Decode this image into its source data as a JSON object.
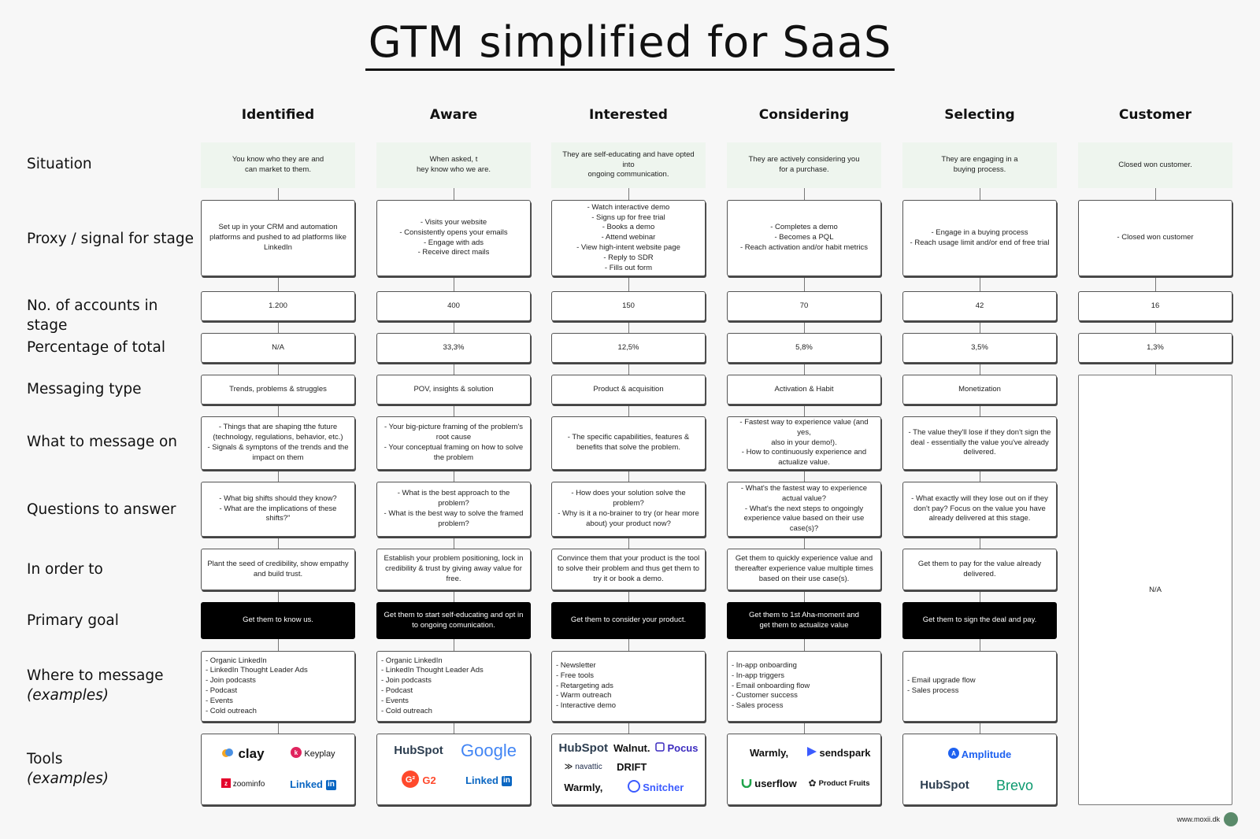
{
  "title": "GTM simplified for SaaS",
  "stages": [
    "Identified",
    "Aware",
    "Interested",
    "Considering",
    "Selecting",
    "Customer"
  ],
  "row_labels": {
    "situation": "Situation",
    "proxy": "Proxy / signal for stage",
    "accounts": "No. of accounts in stage",
    "percentage": "Percentage of total",
    "messaging_type": "Messaging type",
    "what_to_message": "What to message on",
    "questions": "Questions to answer",
    "in_order_to": "In order to",
    "primary_goal": "Primary goal",
    "where_main": "Where to message",
    "where_sub": "(examples)",
    "tools_main": "Tools",
    "tools_sub": "(examples)"
  },
  "situation": [
    "You know who they are and\ncan market to them.",
    "When asked, t\nhey know who we are.",
    "They are self-educating and have opted into\nongoing communication.",
    "They are actively considering you\nfor a purchase.",
    "They are engaging in a\nbuying process.",
    "Closed won customer."
  ],
  "proxy": [
    "Set up in your CRM and automation\nplatforms and pushed to ad platforms like\nLinkedIn",
    "- Visits your website\n- Consistently opens your emails\n- Engage with ads\n- Receive direct mails",
    "- Watch interactive demo\n- Signs up for free trial\n- Books a demo\n- Attend webinar\n- View high-intent website page\n- Reply to SDR\n- Fills out form",
    "- Completes a demo\n- Becomes a PQL\n- Reach activation and/or habit metrics",
    "- Engage in a buying process\n- Reach usage limit and/or end of free trial",
    "- Closed won customer"
  ],
  "accounts": [
    "1.200",
    "400",
    "150",
    "70",
    "42",
    "16"
  ],
  "percentage": [
    "N/A",
    "33,3%",
    "12,5%",
    "5,8%",
    "3,5%",
    "1,3%"
  ],
  "messaging_type": [
    "Trends, problems & struggles",
    "POV, insights & solution",
    "Product & acquisition",
    "Activation & Habit",
    "Monetization"
  ],
  "what_to_message": [
    "- Things that are shaping tthe future\n(technology, regulations, behavior, etc.)\n- Signals & symptons of the trends and the\nimpact on them",
    "- Your big-picture framing of the problem's\nroot cause\n- Your conceptual framing on how to solve\nthe problem",
    "- The specific capabilities, features &\nbenefits that solve the problem.",
    "- Fastest way to experience value (and yes,\nalso in your demo!).\n- How to continuously experience and\nactualize value.",
    "- The value they'll lose if they don't sign the\ndeal - essentially the value you've already\ndelivered."
  ],
  "questions": [
    "- What big shifts should they know?\n- What are the implications of these shifts?\"",
    "- What is the best approach to the\nproblem?\n- What is the best way to solve the framed\nproblem?",
    "- How does your solution solve the\nproblem?\n- Why is it a no-brainer to try (or hear more\nabout) your product now?",
    "- What's the fastest way to experience\nactual value?\n- What's the next steps to ongoingly\nexperience value based on their use\ncase(s)?",
    "- What exactly will they lose out on if they\ndon't pay? Focus on the value you have\nalready delivered at this stage."
  ],
  "in_order_to": [
    "Plant the seed of credibility, show empathy\nand build trust.",
    "Establish your problem positioning, lock in\ncredibility & trust by giving away value for\nfree.",
    "Convince them that your product is the tool\nto solve their problem and thus get them to\ntry it or book a demo.",
    "Get them to quickly experience value and\nthereafter experience value multiple times\nbased on their use case(s).",
    "Get them to pay for the value already\ndelivered."
  ],
  "primary_goal": [
    "Get them to know us.",
    "Get them to start self-educating and opt in\nto ongoing comunication.",
    "Get them to consider your product.",
    "Get them to 1st Aha-moment and\nget them to actualize value",
    "Get them to sign the deal and pay."
  ],
  "where": [
    "- Organic LinkedIn\n- LinkedIn Thought Leader Ads\n- Join podcasts\n- Podcast\n- Events\n- Cold outreach",
    "- Organic LinkedIn\n- LinkedIn Thought Leader Ads\n- Join podcasts\n- Podcast\n- Events\n- Cold outreach",
    "- Newsletter\n- Free tools\n- Retargeting ads\n- Warm outreach\n- Interactive demo",
    "- In-app onboarding\n- In-app triggers\n- Email onboarding flow\n- Customer success\n- Sales process",
    "- Email upgrade flow\n- Sales process"
  ],
  "customer_na": "N/A",
  "tools": [
    [
      {
        "name": "clay",
        "icon": "clay-icon",
        "color": "#111111"
      },
      {
        "name": "Keyplay",
        "icon": "keyplay-icon",
        "color": "#111111"
      },
      {
        "name": "zoominfo",
        "icon": "zoominfo-icon",
        "color": "#111111"
      },
      {
        "name": "Linked",
        "icon": "linkedin-icon",
        "color": "#0a66c2"
      }
    ],
    [
      {
        "name": "HubSpot",
        "icon": "hubspot-icon",
        "color": "#2d3e50"
      },
      {
        "name": "Google",
        "icon": "google-icon",
        "color": "#4285f4"
      },
      {
        "name": "G2",
        "icon": "g2-icon",
        "color": "#ff492c"
      },
      {
        "name": "Linked",
        "icon": "linkedin-icon",
        "color": "#0a66c2"
      }
    ],
    [
      {
        "name": "HubSpot",
        "icon": "hubspot-icon",
        "color": "#2d3e50"
      },
      {
        "name": "Walnut.",
        "icon": "walnut-icon",
        "color": "#111111"
      },
      {
        "name": "Pocus",
        "icon": "pocus-icon",
        "color": "#3b2bbf"
      },
      {
        "name": "navattic",
        "icon": "navattic-icon",
        "color": "#1c2a4a"
      },
      {
        "name": "DRIFT",
        "icon": "drift-icon",
        "color": "#111111"
      },
      {
        "name": "Warmly,",
        "icon": "warmly-icon",
        "color": "#111111"
      },
      {
        "name": "Snitcher",
        "icon": "snitcher-icon",
        "color": "#3b5bff"
      }
    ],
    [
      {
        "name": "Warmly,",
        "icon": "warmly-icon",
        "color": "#111111"
      },
      {
        "name": "sendspark",
        "icon": "sendspark-icon",
        "color": "#111111"
      },
      {
        "name": "userflow",
        "icon": "userflow-icon",
        "color": "#111111"
      },
      {
        "name": "Product Fruits",
        "icon": "productfruits-icon",
        "color": "#111111"
      }
    ],
    [
      {
        "name": "Amplitude",
        "icon": "amplitude-icon",
        "color": "#1e61f0"
      },
      {
        "name": "HubSpot",
        "icon": "hubspot-icon",
        "color": "#2d3e50"
      },
      {
        "name": "Brevo",
        "icon": "brevo-icon",
        "color": "#0b996e"
      }
    ]
  ],
  "footer": "www.moxii.dk"
}
